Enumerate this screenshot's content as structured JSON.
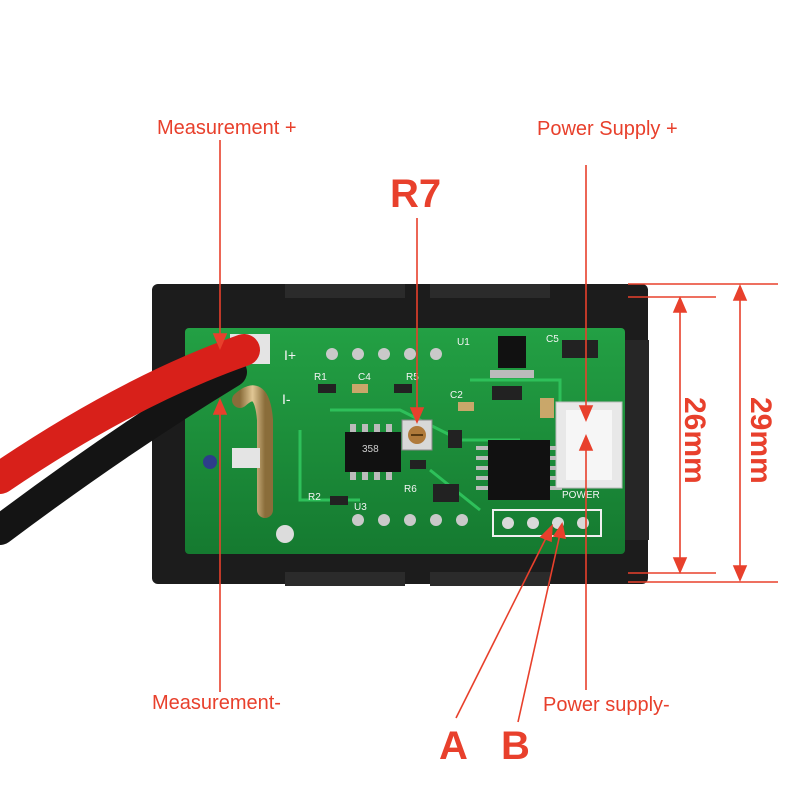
{
  "labels": {
    "measurement_plus": "Measurement +",
    "measurement_minus": "Measurement-",
    "power_supply_plus": "Power Supply +",
    "power_supply_minus": "Power supply-",
    "r7": "R7",
    "a": "A",
    "b": "B"
  },
  "dimensions": {
    "inner": "26mm",
    "outer": "29mm"
  },
  "silkscreen": {
    "i_plus": "I+",
    "i_minus": "I-",
    "power": "POWER",
    "u1": "U1",
    "u3": "U3",
    "r1": "R1",
    "r2": "R2",
    "r5": "R5",
    "r6": "R6",
    "c2": "C2",
    "c4": "C4",
    "c5": "C5",
    "chip": "358"
  },
  "colors": {
    "annotation": "#e8402c",
    "pcb": "#1f8a3a",
    "housing": "#1c1c1c",
    "wire_red": "#d8201a",
    "wire_black": "#141414"
  }
}
